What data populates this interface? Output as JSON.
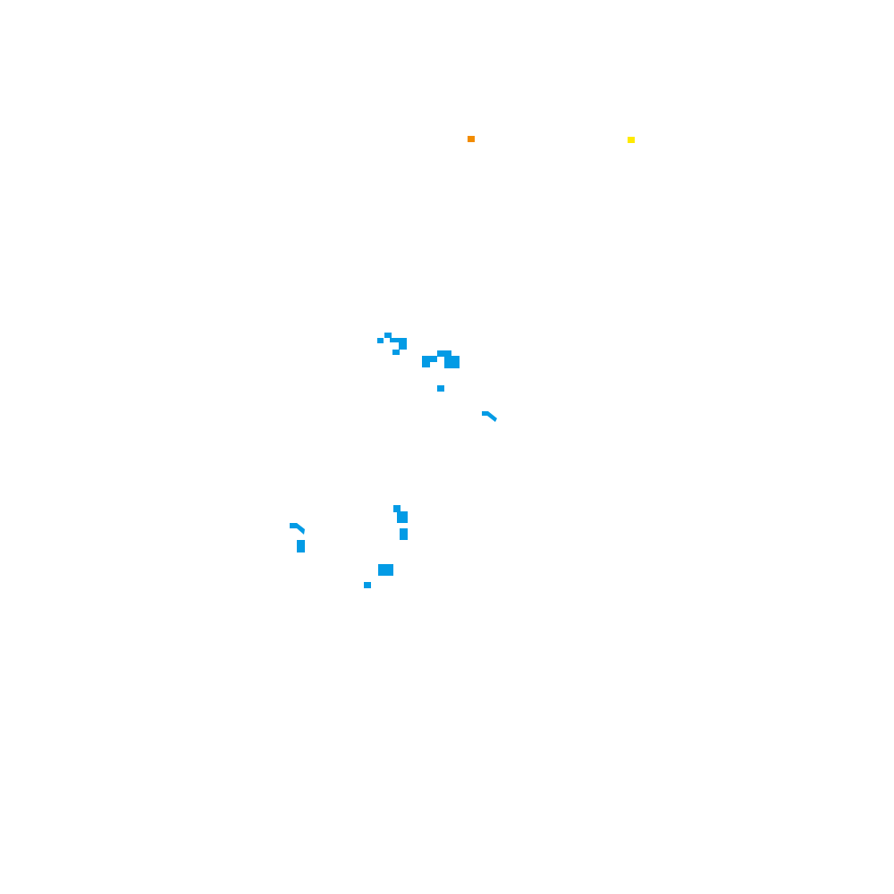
{
  "colors": {
    "background": "#ffffff",
    "water": "#039be5",
    "marker_orange": "#f28c00",
    "marker_yellow": "#ffea00"
  },
  "markers": [
    {
      "name": "orange-marker",
      "color_key": "marker_orange"
    },
    {
      "name": "yellow-marker",
      "color_key": "marker_yellow"
    }
  ]
}
